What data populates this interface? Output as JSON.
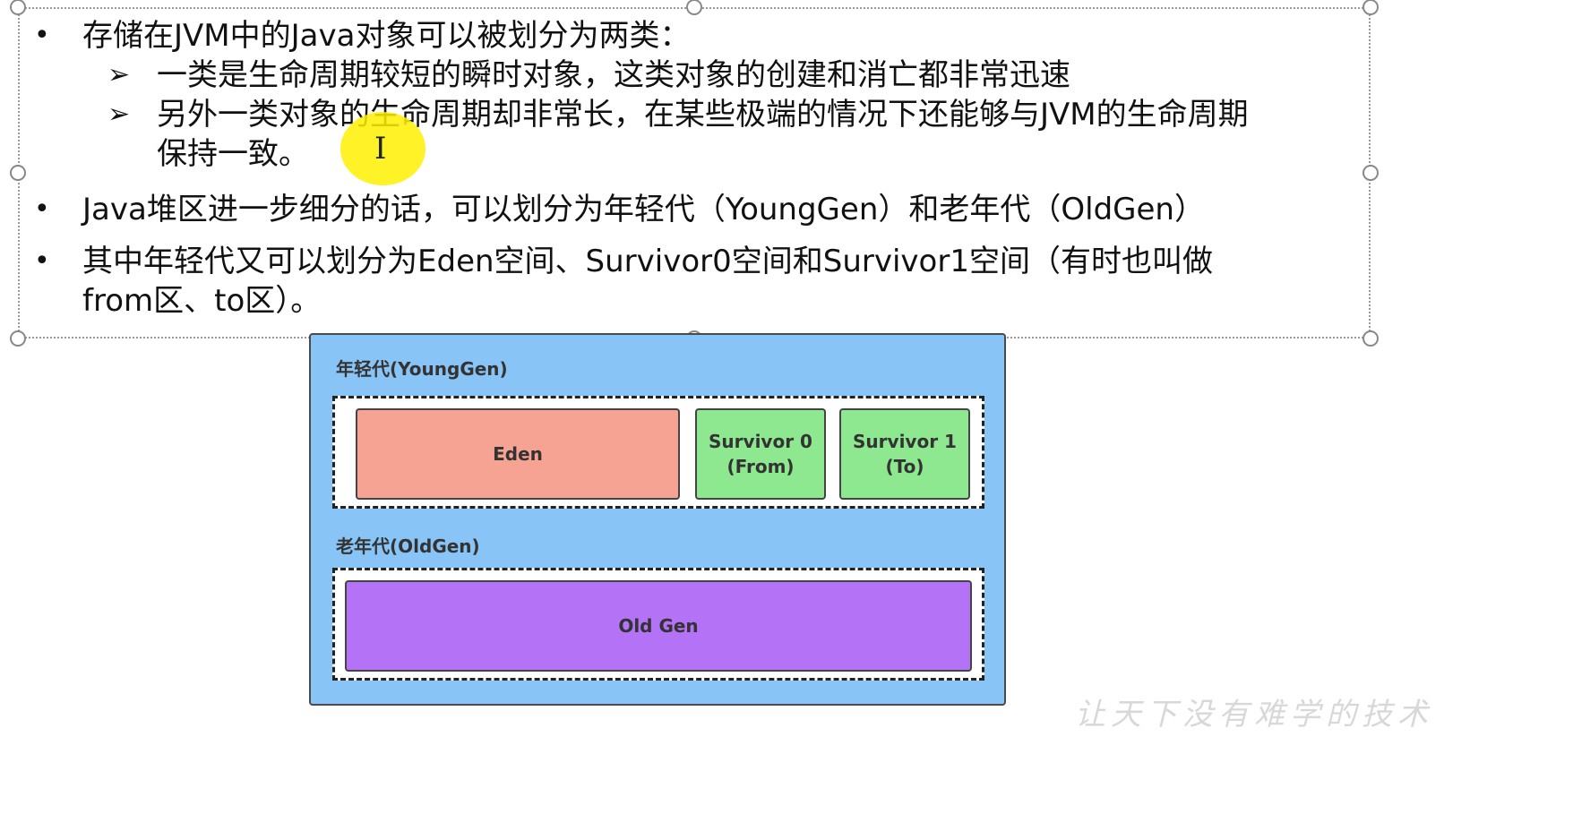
{
  "bullets": [
    {
      "text": "存储在JVM中的Java对象可以被划分为两类：",
      "subitems": [
        {
          "text": "一类是生命周期较短的瞬时对象，这类对象的创建和消亡都非常迅速"
        },
        {
          "line1": "另外一类对象的生命周期却非常长，在某些极端的情况下还能够与JVM的生命周期",
          "line2": "保持一致。"
        }
      ]
    },
    {
      "text": "Java堆区进一步细分的话，可以划分为年轻代（YoungGen）和老年代（OldGen）"
    },
    {
      "line1": "其中年轻代又可以划分为Eden空间、Survivor0空间和Survivor1空间（有时也叫做",
      "line2": "from区、to区）。"
    }
  ],
  "diagram": {
    "young_label": "年轻代(YoungGen)",
    "eden": "Eden",
    "survivor0_line1": "Survivor 0",
    "survivor0_line2": "(From)",
    "survivor1_line1": "Survivor 1",
    "survivor1_line2": "(To)",
    "old_label": "老年代(OldGen)",
    "oldgen": "Old Gen"
  },
  "watermark": "让天下没有难学的技术",
  "icons": {
    "bullet": "•",
    "arrow": "➢",
    "cursor": "I"
  },
  "colors": {
    "heap_bg": "#89c4f7",
    "eden": "#f7a393",
    "survivor": "#8ee890",
    "oldgen": "#b472f7",
    "highlight": "#fff000"
  }
}
